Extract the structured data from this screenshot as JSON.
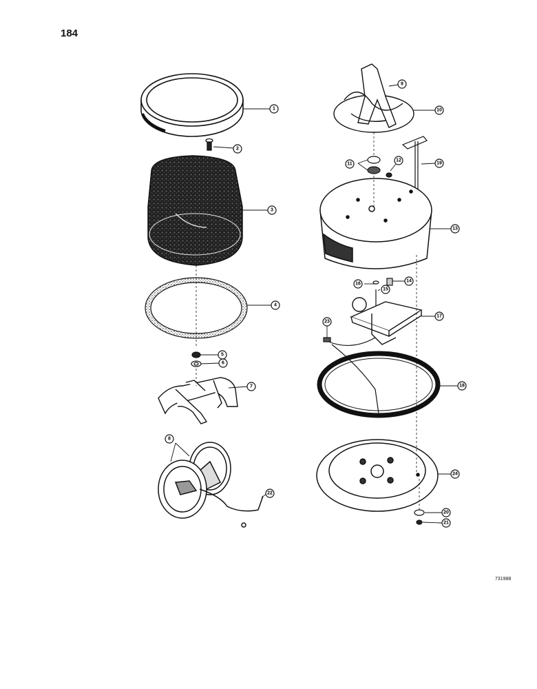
{
  "page": {
    "number": "184",
    "figure_id": "731988"
  },
  "callouts": [
    {
      "id": "c1",
      "label": "1"
    },
    {
      "id": "c2",
      "label": "2"
    },
    {
      "id": "c3",
      "label": "3"
    },
    {
      "id": "c4",
      "label": "4"
    },
    {
      "id": "c5",
      "label": "5"
    },
    {
      "id": "c6",
      "label": "6"
    },
    {
      "id": "c7",
      "label": "7"
    },
    {
      "id": "c8",
      "label": "8"
    },
    {
      "id": "c9",
      "label": "9"
    },
    {
      "id": "c10",
      "label": "10"
    },
    {
      "id": "c11",
      "label": "11"
    },
    {
      "id": "c12",
      "label": "12"
    },
    {
      "id": "c13",
      "label": "13"
    },
    {
      "id": "c14",
      "label": "14"
    },
    {
      "id": "c15",
      "label": "15"
    },
    {
      "id": "c16",
      "label": "16"
    },
    {
      "id": "c17",
      "label": "17"
    },
    {
      "id": "c18",
      "label": "18"
    },
    {
      "id": "c19",
      "label": "19"
    },
    {
      "id": "c20",
      "label": "20"
    },
    {
      "id": "c21",
      "label": "21"
    },
    {
      "id": "c22",
      "label": "22"
    },
    {
      "id": "c23",
      "label": "23"
    },
    {
      "id": "c24",
      "label": "24"
    }
  ]
}
